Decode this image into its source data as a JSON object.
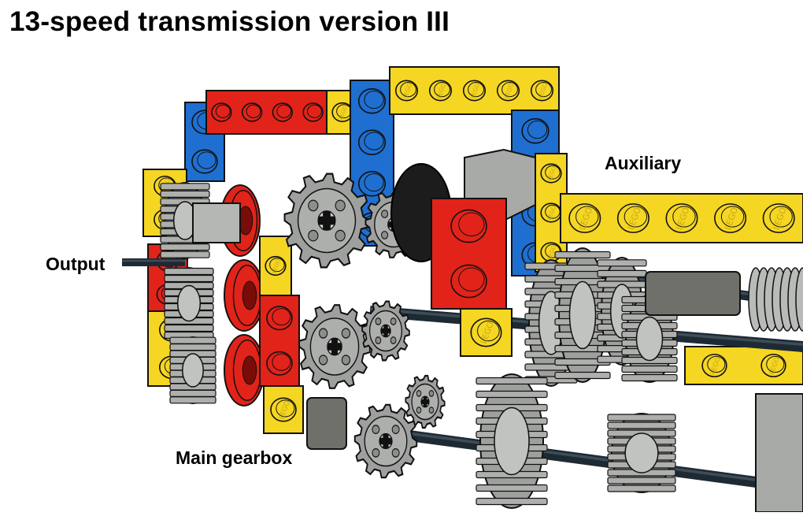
{
  "title": "13-speed transmission version III",
  "labels": {
    "auxiliary": "Auxiliary",
    "output": "Output",
    "main_gearbox": "Main gearbox"
  },
  "stud_text": "LEGO",
  "colors": {
    "yellow": "#f5d623",
    "red": "#e2231a",
    "blue": "#1f6fd1",
    "gear_gray": "#9ea09e",
    "dark_gray": "#6f706a",
    "axle": "#1e2a33",
    "outline": "#111111"
  },
  "icons": [
    "gear-icon",
    "beam-icon",
    "axle-icon",
    "worm-gear-icon"
  ]
}
